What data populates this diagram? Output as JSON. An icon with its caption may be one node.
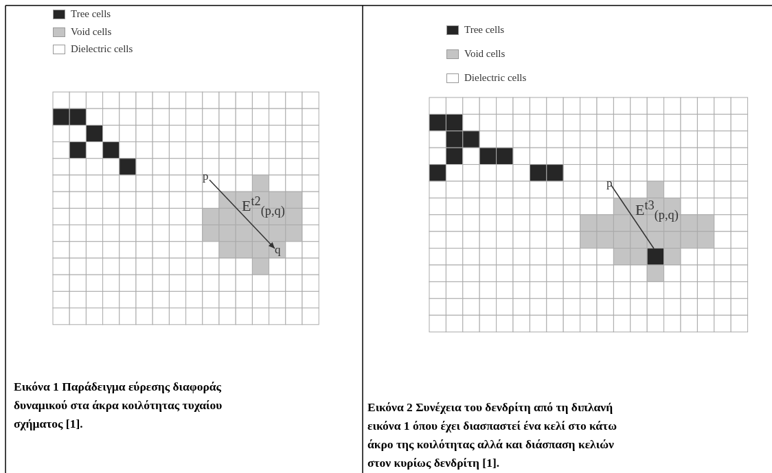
{
  "diagram": {
    "labels": [
      "p",
      "E$^{t2}$$_{(p,q)}$",
      "q",
      "p",
      "E$^{t3}$$_{(p,q)}$",
      "Εικόνα 1 Παράδειγμα εύρεσης διαφοράς δυναμικού στα άκρα κοιλότητας τυχαίου σχήματος [1].",
      "Εικόνα 2 Συνέχεια του δενδρίτη από τη διπλανή εικόνα 1 όπου έχει διασπαστεί ένα κελί στο κάτω άκρο της κοιλότητας αλλά και διάσπαση κελιών στον κυρίως δενδρίτη [1]."
    ],
    "legend": [
      {
        "text": "Tree cells",
        "color": "#262626"
      },
      {
        "text": "Void cells",
        "color": "#c4c4c4"
      },
      {
        "text": "Dielectric cells",
        "color": "#ffffff"
      },
      {
        "text": "Tree cells",
        "color": "#262626"
      },
      {
        "text": "Void cells",
        "color": "#c4c4c4"
      },
      {
        "text": "Dielectric cells",
        "color": "#ffffff"
      }
    ]
  }
}
